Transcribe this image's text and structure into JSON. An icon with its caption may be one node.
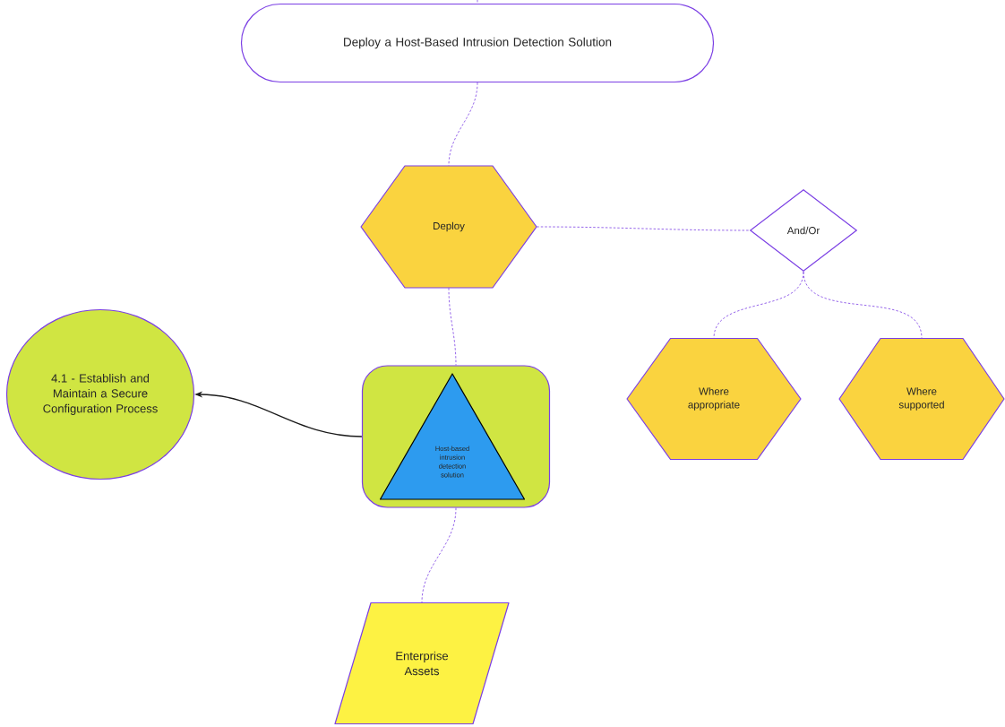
{
  "diagram": {
    "nodes": [
      {
        "text": [
          "Deploy a Host-Based Intrusion Detection Solution"
        ]
      },
      {
        "text": [
          "Deploy"
        ]
      },
      {
        "text": [
          "And/Or"
        ]
      },
      {
        "text": [
          "Where appropriate"
        ]
      },
      {
        "text": [
          "Where supported"
        ]
      },
      {
        "text": [],
        "shape": "box"
      },
      {
        "text": [
          "Host-based intrusion detection solution"
        ],
        "in": 5
      },
      {
        "text": [
          "4.1 - Establish and Maintain a Secure Configuration Process"
        ]
      },
      {
        "text": [
          "Enterprise Assets"
        ]
      }
    ],
    "edges": [
      {
        "from": null,
        "to": 0,
        "arrow": "none",
        "style": "dashed"
      },
      {
        "from": 0,
        "to": 1,
        "arrow": "none",
        "style": "dashed"
      },
      {
        "from": 1,
        "to": 2,
        "arrow": "none",
        "style": "dashed"
      },
      {
        "from": 2,
        "to": 3,
        "arrow": "none",
        "style": "dashed"
      },
      {
        "from": 2,
        "to": 4,
        "arrow": "none",
        "style": "dashed"
      },
      {
        "from": 1,
        "to": 5,
        "arrow": "none",
        "style": "dashed"
      },
      {
        "from": 5,
        "to": 8,
        "arrow": "none",
        "style": "dashed"
      },
      {
        "from": 5,
        "to": 7,
        "arrow": "to",
        "color": "#1a1a1a"
      }
    ]
  }
}
